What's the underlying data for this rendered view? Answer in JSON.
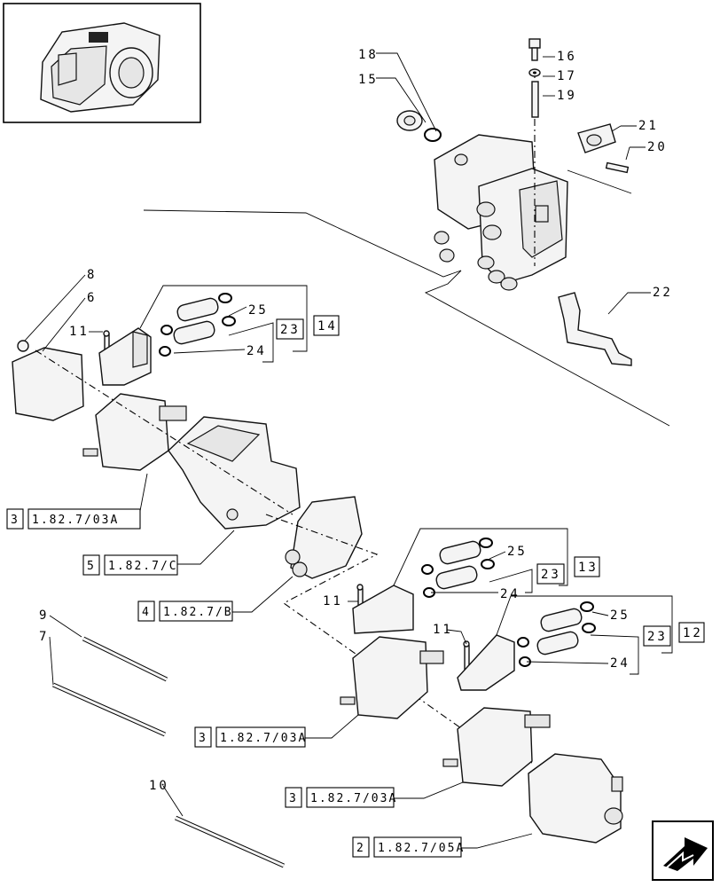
{
  "callouts": {
    "c6": "6",
    "c7": "7",
    "c8": "8",
    "c9": "9",
    "c10": "10",
    "c11a": "11",
    "c11b": "11",
    "c11c": "11",
    "c15": "15",
    "c16": "16",
    "c17": "17",
    "c18": "18",
    "c19": "19",
    "c20": "20",
    "c21": "21",
    "c22": "22",
    "c24a": "24",
    "c24b": "24",
    "c24c": "24",
    "c25a": "25",
    "c25b": "25",
    "c25c": "25"
  },
  "boxes": {
    "b23a": "23",
    "b23b": "23",
    "b23c": "23",
    "b14": "14",
    "b13": "13",
    "b12": "12"
  },
  "refs": {
    "r1": {
      "qty": "3",
      "code": "1.82.7/03A"
    },
    "r2": {
      "qty": "5",
      "code": "1.82.7/C"
    },
    "r3": {
      "qty": "4",
      "code": "1.82.7/B"
    },
    "r4": {
      "qty": "3",
      "code": "1.82.7/03A"
    },
    "r5": {
      "qty": "3",
      "code": "1.82.7/03A"
    },
    "r6": {
      "qty": "2",
      "code": "1.82.7/05A"
    }
  }
}
